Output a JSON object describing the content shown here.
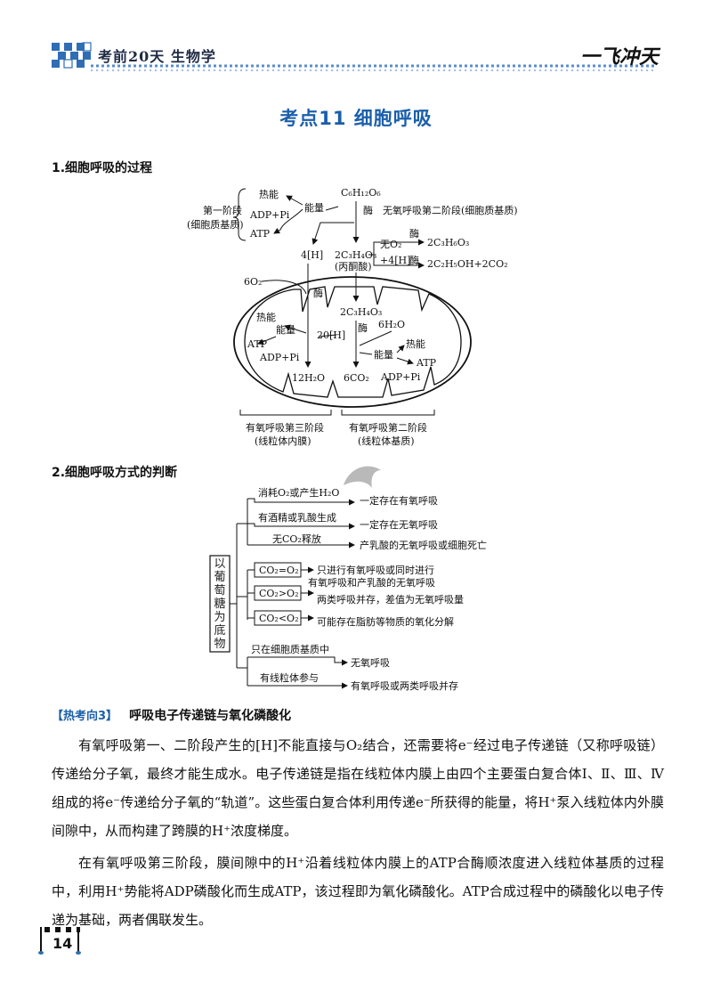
{
  "header": {
    "series": "考前20天 生物学",
    "brand": "一飞冲天"
  },
  "page_title": "考点11 细胞呼吸",
  "section1": {
    "heading": "1.细胞呼吸的过程",
    "diagram": {
      "glucose": "C₆H₁₂O₆",
      "enzyme": "酶",
      "stage1_label_line1": "第一阶段",
      "stage1_label_line2": "(细胞质基质)",
      "heat": "热能",
      "energy": "能量",
      "adp_pi": "ADP+Pi",
      "atp": "ATP",
      "h4": "4[H]",
      "pyruvate": "2C₃H₄O₃",
      "pyruvate_name": "(丙酮酸)",
      "anaerobic_stage2": "无氧呼吸第二阶段(细胞质基质)",
      "no_o2": "无O₂",
      "plus_4h": "+4[H]",
      "lactate": "2C₃H₆O₃",
      "ethanol": "2C₂H₅OH+2CO₂",
      "o2": "6O₂",
      "h20": "20[H]",
      "h2o_6": "6H₂O",
      "water_12": "12H₂O",
      "co2_6": "6CO₂",
      "aerobic_stage3_line1": "有氧呼吸第三阶段",
      "aerobic_stage3_line2": "(线粒体内膜)",
      "aerobic_stage2_line1": "有氧呼吸第二阶段",
      "aerobic_stage2_line2": "(线粒体基质)"
    }
  },
  "section2": {
    "heading": "2.细胞呼吸方式的判断",
    "root_label": "以葡萄糖为底物",
    "conditions": [
      {
        "cond": "消耗O₂或产生H₂O",
        "result": "一定存在有氧呼吸"
      },
      {
        "cond": "有酒精或乳酸生成",
        "result": "一定存在无氧呼吸"
      },
      {
        "cond": "无CO₂释放",
        "result": "产乳酸的无氧呼吸或细胞死亡"
      },
      {
        "cond": "CO₂=O₂",
        "result": "只进行有氧呼吸或同时进行",
        "result2": "有氧呼吸和产乳酸的无氧呼吸"
      },
      {
        "cond": "CO₂>O₂",
        "result": "两类呼吸并存，差值为无氧呼吸量"
      },
      {
        "cond": "CO₂<O₂",
        "result": "可能存在脂肪等物质的氧化分解"
      },
      {
        "cond": "只在细胞质基质中",
        "result": "无氧呼吸"
      },
      {
        "cond": "有线粒体参与",
        "result": "有氧呼吸或两类呼吸并存"
      }
    ]
  },
  "hot": {
    "tag": "【热考向3】",
    "title": "呼吸电子传递链与氧化磷酸化",
    "p1": "有氧呼吸第一、二阶段产生的[H]不能直接与O₂结合，还需要将e⁻经过电子传递链（又称呼吸链）传递给分子氧，最终才能生成水。电子传递链是指在线粒体内膜上由四个主要蛋白复合体Ⅰ、Ⅱ、Ⅲ、Ⅳ组成的将e⁻传递给分子氧的“轨道”。这些蛋白复合体利用传递e⁻所获得的能量，将H⁺泵入线粒体内外膜间隙中，从而构建了跨膜的H⁺浓度梯度。",
    "p2": "在有氧呼吸第三阶段，膜间隙中的H⁺沿着线粒体内膜上的ATP合酶顺浓度进入线粒体基质的过程中，利用H⁺势能将ADP磷酸化而生成ATP，该过程即为氧化磷酸化。ATP合成过程中的磷酸化以电子传递为基础，两者偶联发生。"
  },
  "page_number": "14",
  "colors": {
    "accent": "#1b5faa",
    "header_blue": "#2f6db5"
  }
}
